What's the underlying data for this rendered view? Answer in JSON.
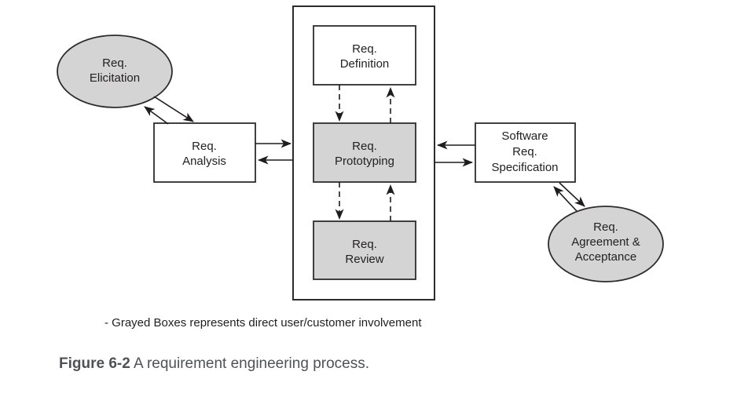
{
  "diagram": {
    "nodes": {
      "elicitation": {
        "shape": "ellipse",
        "shaded": true,
        "lines": [
          "Req.",
          "Elicitation"
        ]
      },
      "analysis": {
        "shape": "rect",
        "shaded": false,
        "lines": [
          "Req.",
          "Analysis"
        ]
      },
      "definition": {
        "shape": "rect",
        "shaded": false,
        "lines": [
          "Req.",
          "Definition"
        ]
      },
      "prototyping": {
        "shape": "rect",
        "shaded": true,
        "lines": [
          "Req.",
          "Prototyping"
        ]
      },
      "review": {
        "shape": "rect",
        "shaded": true,
        "lines": [
          "Req.",
          "Review"
        ]
      },
      "specification": {
        "shape": "rect",
        "shaded": false,
        "lines": [
          "Software",
          "Req.",
          "Specification"
        ]
      },
      "agreement": {
        "shape": "ellipse",
        "shaded": true,
        "lines": [
          "Req.",
          "Agreement &",
          "Acceptance"
        ]
      }
    },
    "edges": [
      {
        "from": "req-elicitation",
        "to": "req-analysis",
        "style": "solid",
        "bidirectional": true
      },
      {
        "from": "req-analysis",
        "to": "req-prototyping",
        "style": "solid",
        "bidirectional": true
      },
      {
        "from": "req-definition",
        "to": "req-prototyping",
        "style": "dashed",
        "bidirectional": true
      },
      {
        "from": "req-prototyping",
        "to": "req-review",
        "style": "dashed",
        "bidirectional": true
      },
      {
        "from": "software-req-specification",
        "to": "req-prototyping",
        "style": "solid",
        "bidirectional": true
      },
      {
        "from": "software-req-specification",
        "to": "req-agreement-acceptance",
        "style": "solid",
        "bidirectional": true
      }
    ]
  },
  "note": "- Grayed Boxes represents direct user/customer involvement",
  "caption": {
    "label": "Figure 6-2",
    "text": "A requirement engineering process."
  },
  "colors": {
    "bg": "#ffffff",
    "stroke": "#2e2b2c",
    "arrow": "#1f1c1d",
    "node_gray": "#d4d4d4",
    "node_white": "#ffffff",
    "label_text": "#232021",
    "note_text": "#1f1f1f",
    "caption_text": "#4e5257"
  }
}
